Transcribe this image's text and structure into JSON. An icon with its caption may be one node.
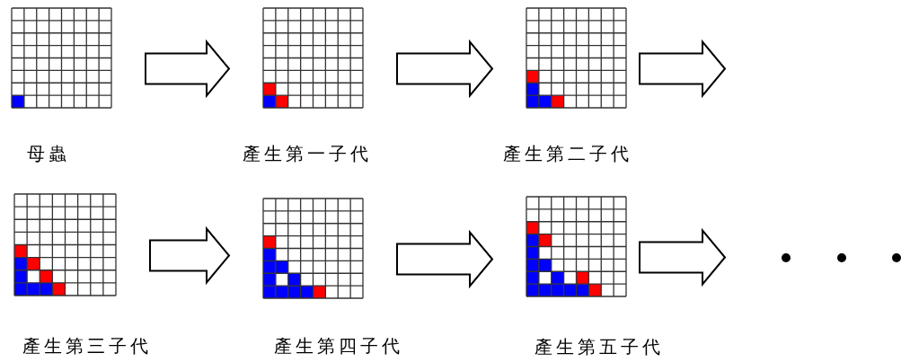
{
  "diagram": {
    "nodes": [
      {
        "text": [],
        "shape": "grid",
        "beside": [
          "母蟲"
        ]
      },
      {
        "text": [],
        "shape": "grid",
        "beside": [
          "產生第一子代"
        ]
      },
      {
        "text": [],
        "shape": "grid",
        "beside": [
          "產生第二子代"
        ]
      },
      {
        "text": [],
        "shape": "grid",
        "beside": [
          "產生第三子代"
        ]
      },
      {
        "text": [],
        "shape": "grid",
        "beside": [
          "產生第四子代"
        ]
      },
      {
        "text": [],
        "shape": "grid",
        "beside": [
          "產生第五子代"
        ]
      }
    ],
    "edges": [
      {
        "from": 0,
        "to": 1,
        "arrow": "to"
      },
      {
        "from": 1,
        "to": 2,
        "arrow": "to"
      },
      {
        "from": 2,
        "to": null,
        "arrow": "to"
      },
      {
        "from": 3,
        "to": 4,
        "arrow": "to"
      },
      {
        "from": 4,
        "to": 5,
        "arrow": "to"
      },
      {
        "from": 5,
        "to": null,
        "arrow": "to"
      }
    ]
  }
}
